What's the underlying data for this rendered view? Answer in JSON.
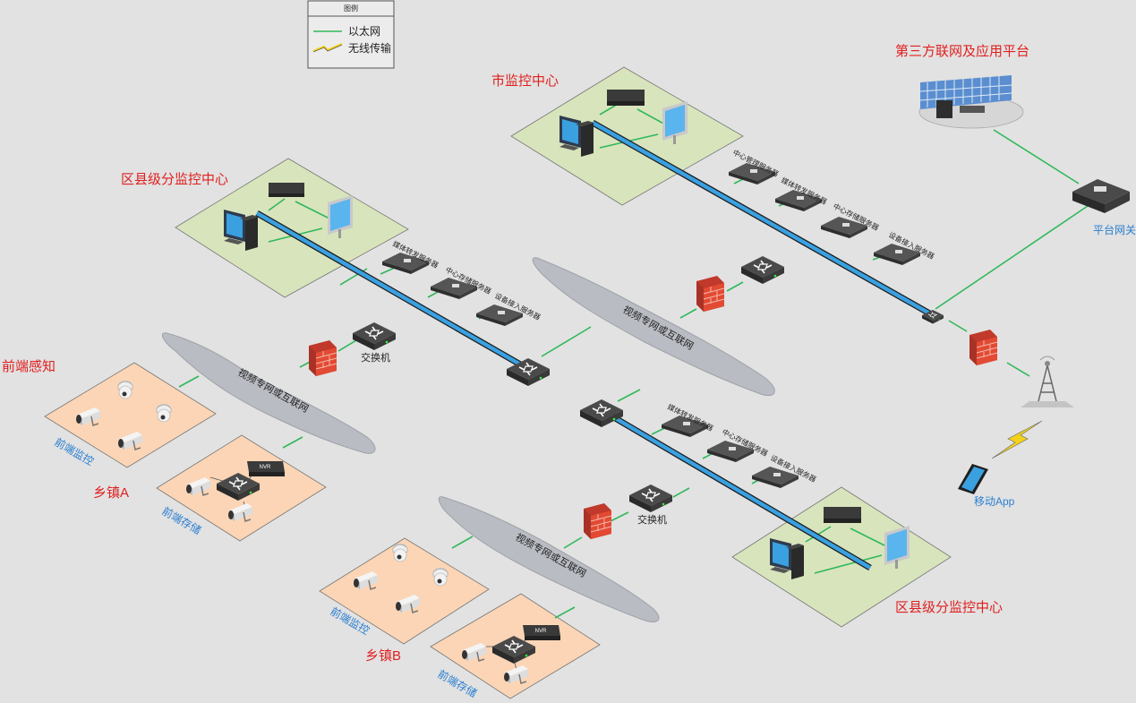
{
  "legend": {
    "title": "图例",
    "ethernet": "以太网",
    "wireless": "无线传输"
  },
  "labels": {
    "third_party": "第三方联网及应用平台",
    "city_center": "市监控中心",
    "district_center_top": "区县级分监控中心",
    "district_center_bottom": "区县级分监控中心",
    "frontend": "前端感知",
    "town_a": "乡镇A",
    "town_b": "乡镇B",
    "frontend_monitor_a": "前端监控",
    "frontend_storage_a": "前端存储",
    "frontend_monitor_b": "前端监控",
    "frontend_storage_b": "前端存储",
    "platform_gateway": "平台网关",
    "mobile_app": "移动App",
    "switch_a": "交换机",
    "switch_b": "交换机",
    "cloud_1": "视频专网或互联网",
    "cloud_2": "视频专网或互联网",
    "cloud_3": "视频专网或互联网"
  },
  "servers": {
    "city": [
      "中心管理服务器",
      "媒体转发服务器",
      "中心存储服务器",
      "设备接入服务器"
    ],
    "district_top": [
      "媒体转发服务器",
      "中心存储服务器",
      "设备接入服务器"
    ],
    "district_bottom": [
      "媒体转发服务器",
      "中心存储服务器",
      "设备接入服务器"
    ]
  },
  "devices": {
    "nvr": "NVR"
  },
  "colors": {
    "background": "#e2e2e2",
    "center_zone": "#d8e4bc",
    "town_zone": "#fbd5b5",
    "ethernet": "#2fb85a",
    "backbone": "#3aa0e0",
    "label_red": "#e02020",
    "label_blue": "#2a7fd0",
    "firewall": "#d9412b"
  }
}
